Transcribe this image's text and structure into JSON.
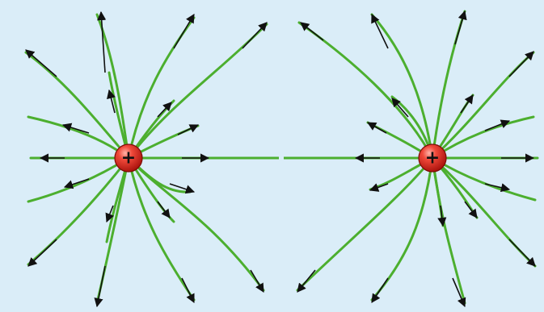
{
  "diagram": {
    "type": "electric-field-lines",
    "background_color": "#daedf8",
    "field_line_color": "#4caf2f",
    "arrow_color": "#111111",
    "charge_color": "#e3342b",
    "charges": [
      {
        "id": "left-charge",
        "sign": "+"
      },
      {
        "id": "right-charge",
        "sign": "+"
      }
    ]
  }
}
